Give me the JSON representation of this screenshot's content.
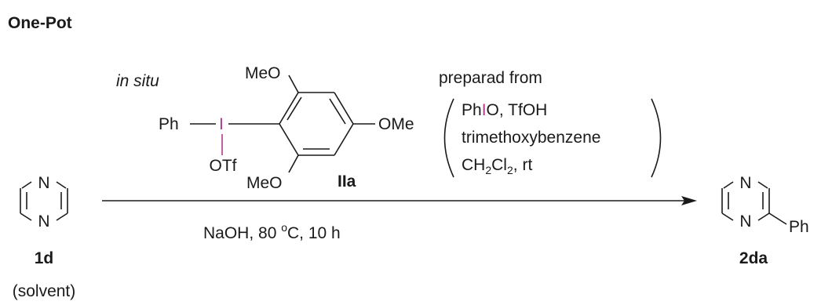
{
  "title": "One-Pot",
  "in_situ": "in situ",
  "reagent": {
    "label": "IIa",
    "ph": "Ph",
    "iodine": "I",
    "otf": "OTf",
    "meo_top": "MeO",
    "meo_bottom": "MeO",
    "ome_right": "OMe"
  },
  "prep": {
    "header": "preparad from",
    "line1_phi": "Ph",
    "line1_i": "I",
    "line1_rest": "O, TfOH",
    "line2": "trimethoxybenzene",
    "line3_a": "CH",
    "line3_sub1": "2",
    "line3_b": "Cl",
    "line3_sub2": "2",
    "line3_c": ", rt"
  },
  "conditions": {
    "base": "NaOH, 80 ",
    "deg": "o",
    "rest": "C, 10 h"
  },
  "reactant": {
    "n_top": "N",
    "n_bottom": "N",
    "label": "1d",
    "note": "(solvent)"
  },
  "product": {
    "n_top": "N",
    "n_bottom": "N",
    "ph": "Ph",
    "label": "2da"
  },
  "colors": {
    "iodine": "#b03a8c",
    "text": "#1a1a1a"
  }
}
